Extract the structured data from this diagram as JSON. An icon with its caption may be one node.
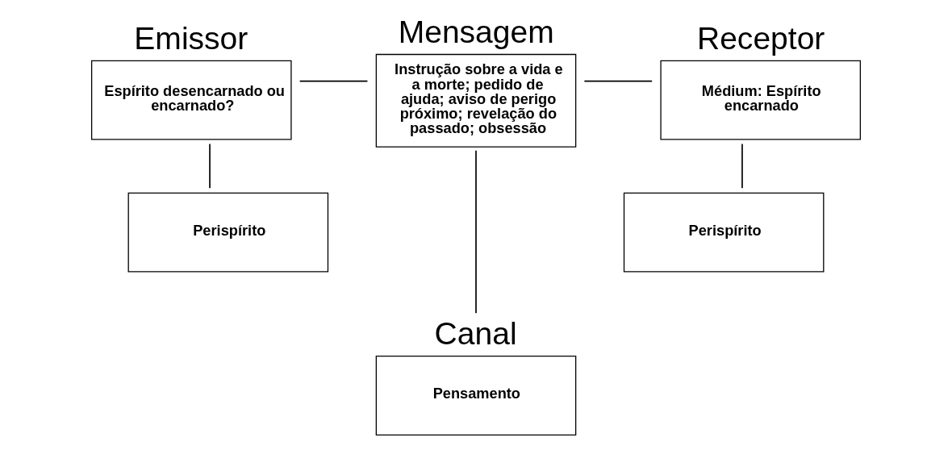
{
  "diagram": {
    "nodes": [
      {
        "text": [
          "Emissor",
          "Espírito desencarnado ou encarnado?"
        ]
      },
      {
        "text": [
          "Perispírito"
        ]
      },
      {
        "text": [
          "Mensagem",
          "Instrução sobre a vida e a morte; pedido de ajuda; aviso de perigo próximo; revelação do passado; obsessão"
        ]
      },
      {
        "text": [
          "Receptor",
          "Médium: Espírito encarnado"
        ]
      },
      {
        "text": [
          "Perispírito"
        ]
      },
      {
        "text": [
          "Canal",
          "Pensamento"
        ]
      }
    ],
    "edges": [
      {
        "from": 0,
        "to": 2,
        "arrow": "none"
      },
      {
        "from": 2,
        "to": 3,
        "arrow": "none"
      },
      {
        "from": 0,
        "to": 1,
        "arrow": "none"
      },
      {
        "from": 3,
        "to": 4,
        "arrow": "none"
      },
      {
        "from": 2,
        "to": 5,
        "arrow": "none"
      }
    ]
  }
}
